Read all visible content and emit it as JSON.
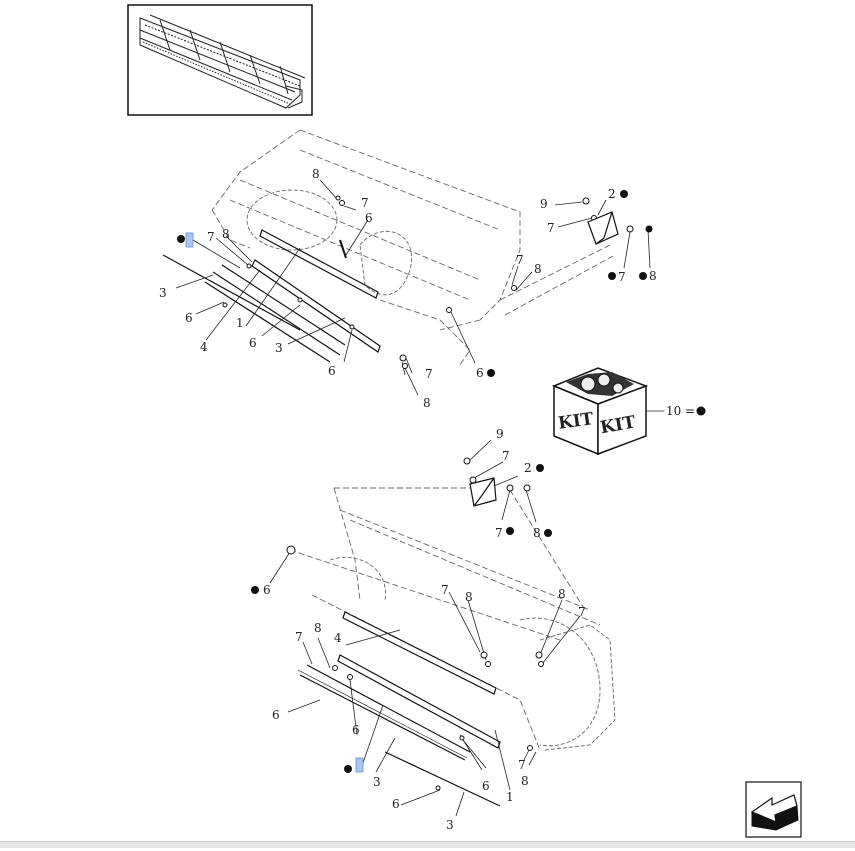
{
  "diagram": {
    "kit_box": {
      "left_text": "KIT",
      "right_text": "KIT"
    },
    "kit_callout": {
      "number": "10",
      "equals": "="
    },
    "labels_upper": {
      "part_1": "1",
      "part_2": "2",
      "part_3a": "3",
      "part_3b": "3",
      "part_4": "4",
      "part_6a": "6",
      "part_6b": "6",
      "part_6c": "6",
      "part_6d": "6",
      "part_6e": "6",
      "part_7a": "7",
      "part_7b": "7",
      "part_7c": "7",
      "part_7d": "7",
      "part_7e": "7",
      "part_8a": "8",
      "part_8b": "8",
      "part_8c": "8",
      "part_8d": "8",
      "part_8e": "8",
      "part_9": "9"
    },
    "labels_lower": {
      "part_1": "1",
      "part_2": "2",
      "part_3a": "3",
      "part_3b": "3",
      "part_4": "4",
      "part_6a": "6",
      "part_6b": "6",
      "part_6c": "6",
      "part_6d": "6",
      "part_6e": "6",
      "part_7a": "7",
      "part_7b": "7",
      "part_7c": "7",
      "part_7d": "7",
      "part_7e": "7",
      "part_8a": "8",
      "part_8b": "8",
      "part_8c": "8",
      "part_8d": "8",
      "part_8e": "8",
      "part_9": "9"
    },
    "colors": {
      "line": "#222222",
      "dash": "#666666",
      "highlight": "#a9c4f0",
      "footer": "#e6e6e6"
    }
  }
}
